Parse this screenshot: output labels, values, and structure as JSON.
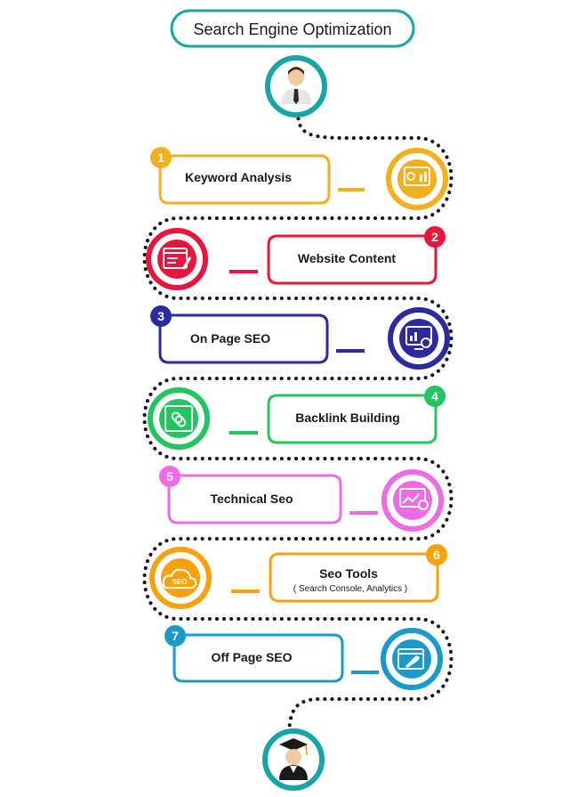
{
  "title": "Search Engine Optimization",
  "colors": {
    "teal": "#17a6a6",
    "step1": "#f2b01e",
    "step2": "#e8163c",
    "step3": "#2b2a9e",
    "step4": "#22c55e",
    "step5": "#ee6be6",
    "step6": "#f7a10b",
    "step7": "#1b9ac9"
  },
  "start_icon": "person-icon",
  "end_icon": "graduate-icon",
  "steps": [
    {
      "number": "1",
      "label": "Keyword Analysis",
      "sublabel": "",
      "icon": "keyword-analysis-icon",
      "color": "#f2b01e"
    },
    {
      "number": "2",
      "label": "Website Content",
      "sublabel": "",
      "icon": "content-editor-icon",
      "color": "#e8163c"
    },
    {
      "number": "3",
      "label": "On Page SEO",
      "sublabel": "",
      "icon": "monitor-analytics-icon",
      "color": "#2b2a9e"
    },
    {
      "number": "4",
      "label": "Backlink Building",
      "sublabel": "",
      "icon": "chain-link-icon",
      "color": "#22c55e"
    },
    {
      "number": "5",
      "label": "Technical Seo",
      "sublabel": "",
      "icon": "technical-tools-icon",
      "color": "#ee6be6"
    },
    {
      "number": "6",
      "label": "Seo Tools",
      "sublabel": "( Search Console, Analytics )",
      "icon": "seo-cloud-icon",
      "color": "#f7a10b"
    },
    {
      "number": "7",
      "label": "Off Page SEO",
      "sublabel": "",
      "icon": "rocket-launch-icon",
      "color": "#1b9ac9"
    }
  ]
}
